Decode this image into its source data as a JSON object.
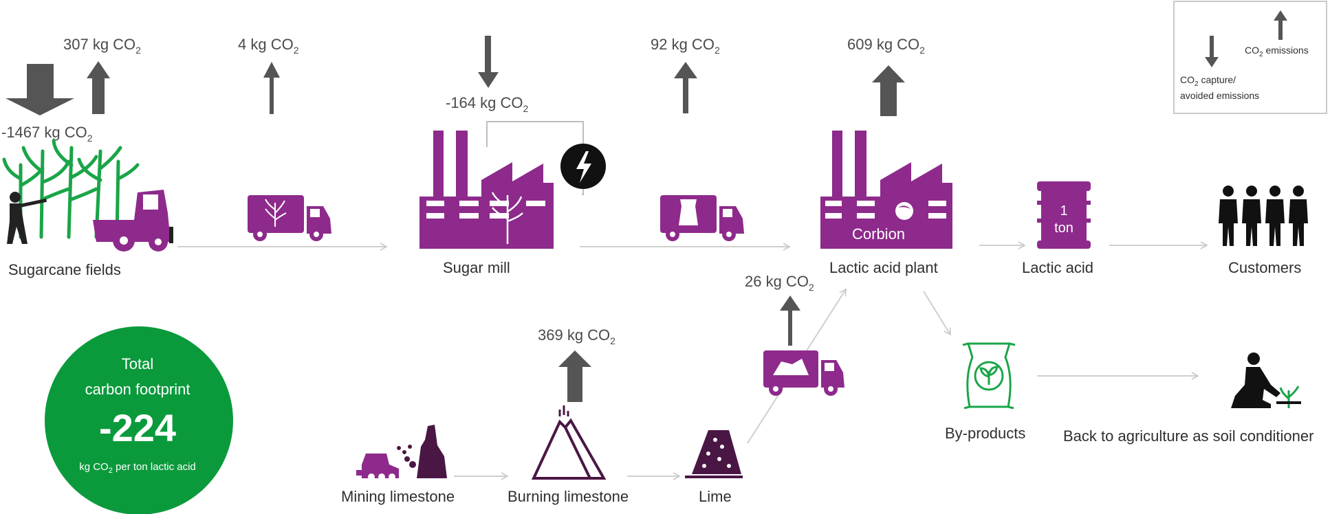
{
  "emissions": {
    "fields_out": "307 kg CO",
    "fields_capture": "-1467 kg CO",
    "transport1_out": "4 kg CO",
    "mill_capture": "-164 kg CO",
    "transport2_out": "92 kg CO",
    "plant_out": "609 kg CO",
    "lime_transport_out": "26 kg CO",
    "burning_out": "369 kg CO",
    "subscript": "2"
  },
  "nodes": {
    "sugarcane_fields": "Sugarcane fields",
    "sugar_mill": "Sugar mill",
    "lactic_acid_plant": "Lactic acid plant",
    "plant_brand": "Corbion",
    "lactic_acid": "Lactic acid",
    "ton_number": "1",
    "ton_unit": "ton",
    "customers": "Customers",
    "by_products": "By-products",
    "back_to_agriculture": "Back to agriculture as soil conditioner",
    "mining_limestone": "Mining limestone",
    "burning_limestone": "Burning limestone",
    "lime": "Lime"
  },
  "legend": {
    "emissions_label": "emissions",
    "capture_line1": "capture/",
    "capture_line2": "avoided emissions",
    "co": "CO",
    "sub": "2"
  },
  "total": {
    "line1": "Total",
    "line2": "carbon footprint",
    "value": "-224",
    "unit_pre": "kg CO",
    "unit_sub": "2",
    "unit_post": " per ton lactic acid",
    "color": "#0a9a3c"
  },
  "colors": {
    "purple": "#8e2a8c",
    "dark_purple": "#4a1745",
    "green": "#1aa548",
    "arrow": "#555555",
    "flow": "#cfcfcf"
  }
}
